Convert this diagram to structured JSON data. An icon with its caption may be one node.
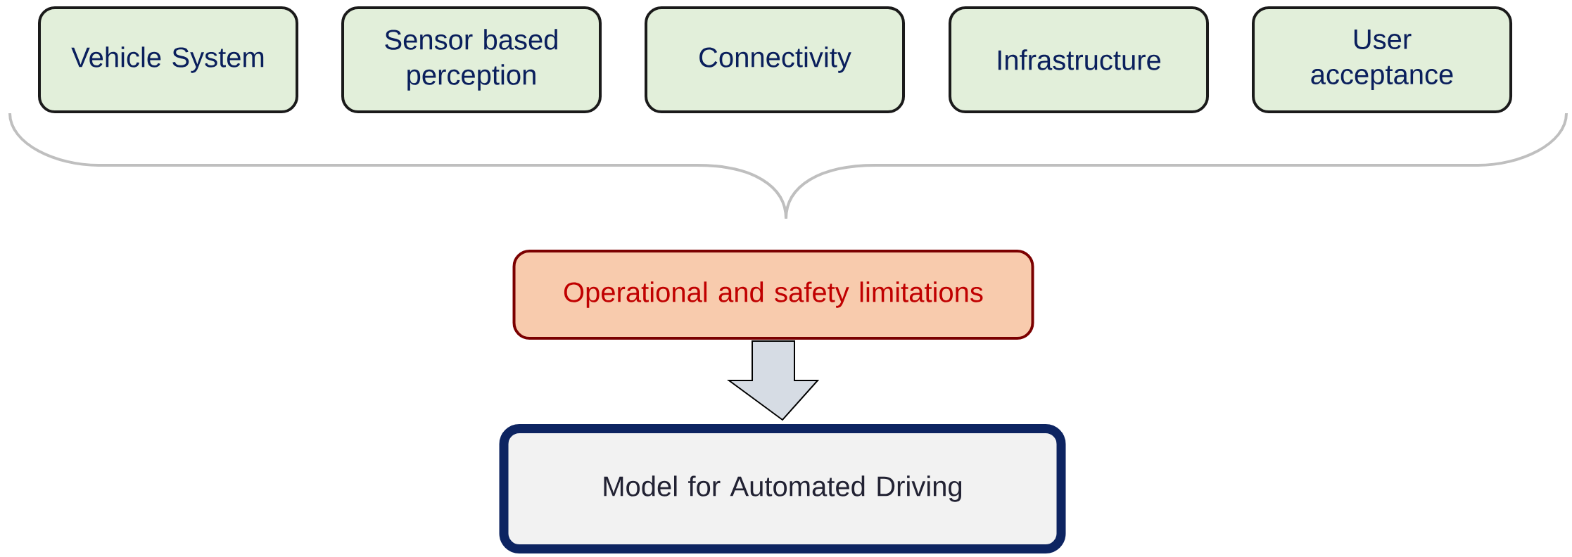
{
  "diagram": {
    "nodes": [
      {
        "text": [
          "Vehicle System"
        ]
      },
      {
        "text": [
          "Sensor based perception"
        ]
      },
      {
        "text": [
          "Connectivity"
        ]
      },
      {
        "text": [
          "Infrastructure"
        ]
      },
      {
        "text": [
          "User acceptance"
        ]
      },
      {
        "text": [
          "Operational and safety limitations"
        ]
      },
      {
        "text": [
          "Model for Automated Driving"
        ]
      }
    ],
    "edges": [
      {
        "from": 5,
        "to": 6,
        "arrow": "to"
      }
    ]
  }
}
